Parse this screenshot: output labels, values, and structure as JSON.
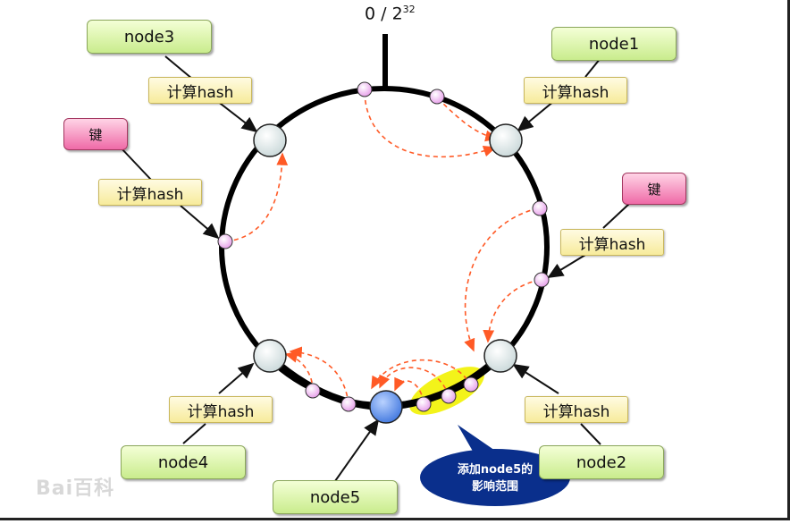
{
  "diagram": {
    "top_label_base": "0 / 2",
    "top_label_exp": "32",
    "nodes": {
      "node1": "node1",
      "node2": "node2",
      "node3": "node3",
      "node4": "node4",
      "node5": "node5"
    },
    "hash_label": "计算hash",
    "key_label": "键",
    "bubble_line1": "添加node5的",
    "bubble_line2": "影响范围",
    "watermark": "Bai百科"
  },
  "colors": {
    "ring": "#000000",
    "arrow_dashed": "#ff5a26",
    "highlight": "#f3f31a",
    "bubble": "#0a2f8c",
    "new_node": "#5d94f0",
    "server_node": "#dde8e8",
    "hash_point": "#f0b3f4"
  }
}
